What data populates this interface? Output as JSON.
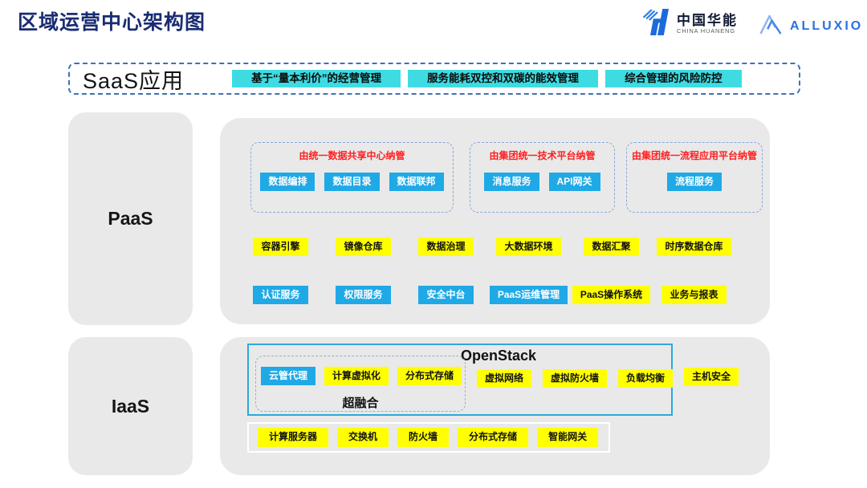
{
  "header": {
    "title": "区域运营中心架构图",
    "logo_huaneng": {
      "name_cn": "中国华能",
      "name_en": "CHINA HUANENG"
    },
    "logo_alluxio": {
      "text": "ALLUXIO"
    }
  },
  "saas": {
    "label": "SaaS应用",
    "apps": [
      {
        "label": "基于“量本利价”的经营管理",
        "color": "cyan"
      },
      {
        "label": "服务能耗双控和双碳的能效管理",
        "color": "cyan"
      },
      {
        "label": "综合管理的风险防控",
        "color": "cyan"
      }
    ]
  },
  "paas": {
    "label": "PaaS",
    "managed_groups": [
      {
        "title": "由统一数据共享中心纳管",
        "items": [
          {
            "label": "数据编排",
            "color": "blue"
          },
          {
            "label": "数据目录",
            "color": "blue"
          },
          {
            "label": "数据联邦",
            "color": "blue"
          }
        ]
      },
      {
        "title": "由集团统一技术平台纳管",
        "items": [
          {
            "label": "消息服务",
            "color": "blue"
          },
          {
            "label": "API网关",
            "color": "blue"
          }
        ]
      },
      {
        "title": "由集团统一流程应用平台纳管",
        "items": [
          {
            "label": "流程服务",
            "color": "blue"
          }
        ]
      }
    ],
    "platform_row": [
      {
        "label": "容器引擎",
        "color": "yellow"
      },
      {
        "label": "镜像仓库",
        "color": "yellow"
      },
      {
        "label": "数据治理",
        "color": "yellow"
      },
      {
        "label": "大数据环境",
        "color": "yellow"
      },
      {
        "label": "数据汇聚",
        "color": "yellow"
      },
      {
        "label": "时序数据仓库",
        "color": "yellow"
      }
    ],
    "service_row": [
      {
        "label": "认证服务",
        "color": "blue"
      },
      {
        "label": "权限服务",
        "color": "blue"
      },
      {
        "label": "安全中台",
        "color": "blue"
      },
      {
        "label": "PaaS运维管理",
        "color": "blue"
      },
      {
        "label": "PaaS操作系统",
        "color": "yellow"
      },
      {
        "label": "业务与报表",
        "color": "yellow"
      }
    ]
  },
  "iaas": {
    "label": "IaaS",
    "openstack": {
      "title": "OpenStack",
      "hyperconverged": {
        "label": "超融合",
        "items": [
          {
            "label": "云管代理",
            "color": "blue"
          },
          {
            "label": "计算虚拟化",
            "color": "yellow"
          },
          {
            "label": "分布式存储",
            "color": "yellow"
          }
        ]
      },
      "items": [
        {
          "label": "虚拟网络",
          "color": "yellow"
        },
        {
          "label": "虚拟防火墙",
          "color": "yellow"
        },
        {
          "label": "负载均衡",
          "color": "yellow"
        }
      ]
    },
    "host_security": "主机安全",
    "hardware_row": [
      {
        "label": "计算服务器",
        "color": "yellow"
      },
      {
        "label": "交换机",
        "color": "yellow"
      },
      {
        "label": "防火墙",
        "color": "yellow"
      },
      {
        "label": "分布式存储",
        "color": "yellow"
      },
      {
        "label": "智能网关",
        "color": "yellow"
      }
    ]
  },
  "colors": {
    "title_navy": "#1A2C72",
    "chip_blue": "#1FA9E6",
    "chip_yellow": "#FFFF00",
    "saas_cyan": "#3EDCE2",
    "group_title_red": "#FF1F1F",
    "container_gray": "#E9E9E9",
    "openstack_border": "#2BA9DC",
    "saas_dashed_border": "#4070B8",
    "huaneng_blue": "#1C6BDC",
    "alluxio_blue": "#2D6FE0"
  }
}
